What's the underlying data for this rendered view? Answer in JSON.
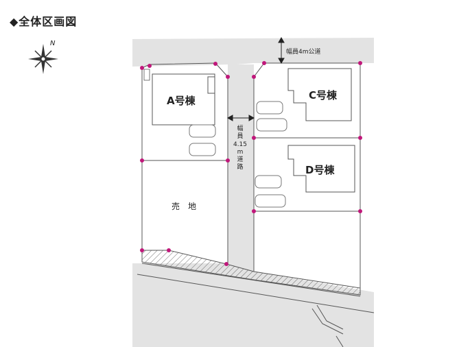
{
  "title": "◆全体区画図",
  "compass": {
    "north_label": "N"
  },
  "roads": {
    "public_road": "幅員4m公道",
    "private_road": [
      "幅",
      "員",
      "4.15",
      "m",
      "道",
      "路"
    ]
  },
  "buildings": {
    "a": "A号棟",
    "c": "C号棟",
    "d": "D号棟"
  },
  "lots": {
    "sold": "売　地"
  },
  "colors": {
    "road": "#e3e3e3",
    "line": "#555555",
    "point": "#c0177a",
    "text": "#222222"
  }
}
